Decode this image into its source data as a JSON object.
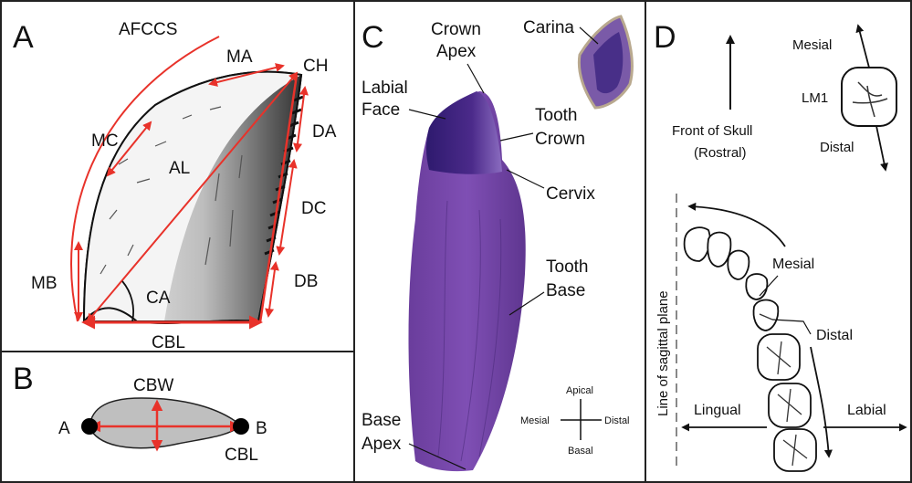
{
  "panels": {
    "A": {
      "letter": "A",
      "labels": {
        "afccs": "AFCCS",
        "ma": "MA",
        "ch": "CH",
        "mc": "MC",
        "da": "DA",
        "al": "AL",
        "dc": "DC",
        "mb": "MB",
        "ca": "CA",
        "db": "DB",
        "cbl": "CBL"
      }
    },
    "B": {
      "letter": "B",
      "labels": {
        "cbw": "CBW",
        "a": "A",
        "b": "B",
        "cbl": "CBL"
      }
    },
    "C": {
      "letter": "C",
      "labels": {
        "crown_apex_1": "Crown",
        "crown_apex_2": "Apex",
        "carina": "Carina",
        "labial_face_1": "Labial",
        "labial_face_2": "Face",
        "tooth_crown_1": "Tooth",
        "tooth_crown_2": "Crown",
        "cervix": "Cervix",
        "tooth_base_1": "Tooth",
        "tooth_base_2": "Base",
        "base_apex_1": "Base",
        "base_apex_2": "Apex"
      },
      "compass": {
        "apical": "Apical",
        "mesial": "Mesial",
        "distal": "Distal",
        "basal": "Basal"
      }
    },
    "D": {
      "letter": "D",
      "labels": {
        "front_1": "Front of Skull",
        "front_2": "(Rostral)",
        "mesial_top": "Mesial",
        "lm1": "LM1",
        "distal_top": "Distal",
        "sagittal": "Line of sagittal plane",
        "mesial": "Mesial",
        "distal": "Distal",
        "lingual": "Lingual",
        "labial": "Labial"
      }
    }
  },
  "colors": {
    "arrow_red": "#e8322a",
    "tooth_purple": "#6b3fa0",
    "panel_border": "#222222"
  }
}
